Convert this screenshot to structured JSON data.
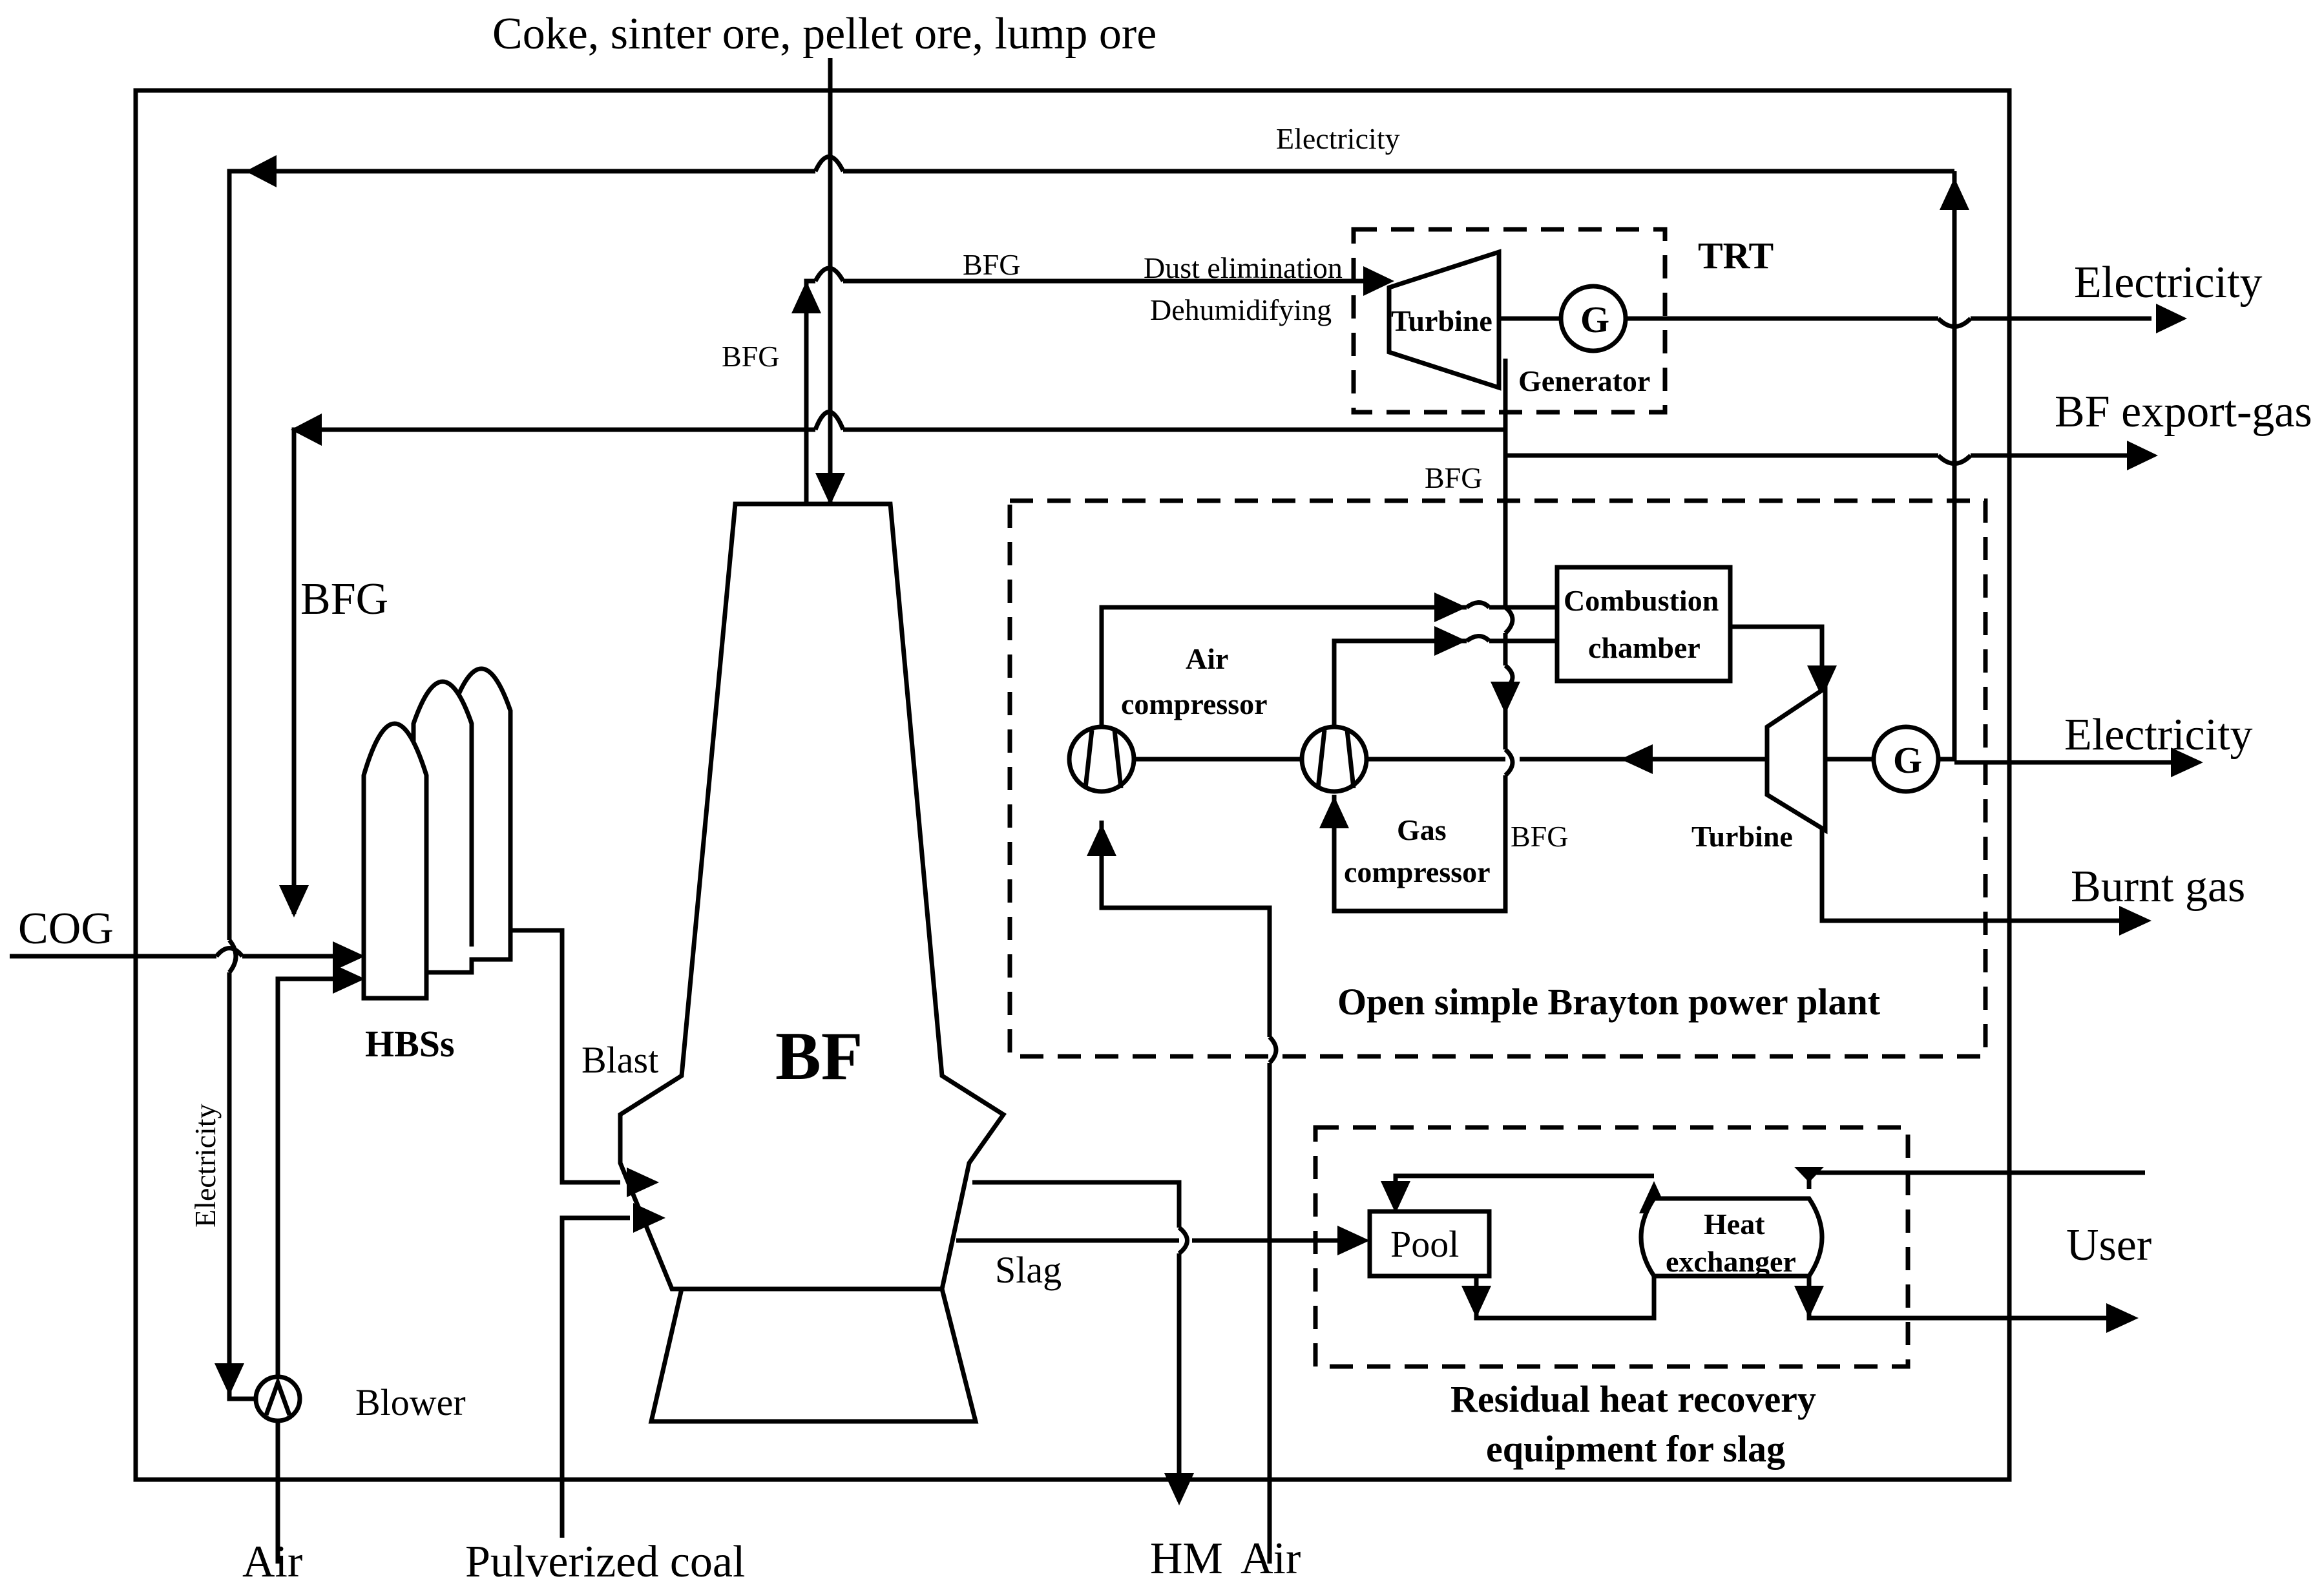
{
  "labels": {
    "raw_materials": "Coke, sinter ore, pellet ore, lump ore",
    "electricity_top": "Electricity",
    "bfg_top": "BFG",
    "dust_elimination": "Dust elimination",
    "dehumidifying": "Dehumidifying",
    "bfg_vertical": "BFG",
    "trt": "TRT",
    "trt_turbine": "Turbine",
    "trt_generator_symbol": "G",
    "trt_generator": "Generator",
    "out_electricity_1": "Electricity",
    "out_bf_export_gas": "BF export-gas",
    "bfg_mid": "BFG",
    "bfg_left": "BFG",
    "combustion_1": "Combustion",
    "combustion_2": "chamber",
    "air_compressor_1": "Air",
    "air_compressor_2": "compressor",
    "gas_compressor_1": "Gas",
    "gas_compressor_2": "compressor",
    "bfg_brayton": "BFG",
    "brayton_turbine": "Turbine",
    "brayton_generator_symbol": "G",
    "out_electricity_2": "Electricity",
    "out_burnt_gas": "Burnt gas",
    "brayton_title": "Open simple Brayton power plant",
    "cog": "COG",
    "hbss": "HBSs",
    "blast": "Blast",
    "bf": "BF",
    "electricity_vertical": "Electricity",
    "blower": "Blower",
    "slag": "Slag",
    "pool": "Pool",
    "heat_exchanger_1": "Heat",
    "heat_exchanger_2": "exchanger",
    "user": "User",
    "residual_1": "Residual heat recovery",
    "residual_2": "equipment for slag",
    "in_air_bottom": "Air",
    "in_pulverized_coal": "Pulverized coal",
    "out_hm": "HM",
    "in_air_brayton": "Air"
  }
}
